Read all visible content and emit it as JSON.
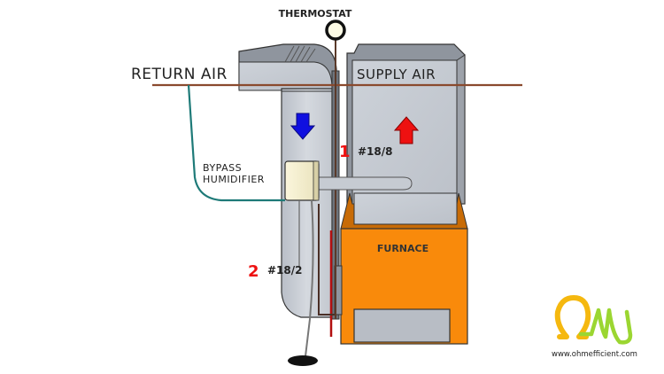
{
  "diagram": {
    "labels": {
      "thermostat": "THERMOSTAT",
      "return_air": "RETURN AIR",
      "supply_air": "SUPPLY AIR",
      "bypass_line1": "BYPASS",
      "bypass_line2": "HUMIDIFIER",
      "furnace": "FURNACE"
    },
    "wires": [
      {
        "number": "1",
        "gauge": "#18/8"
      },
      {
        "number": "2",
        "gauge": "#18/2"
      }
    ],
    "colors": {
      "duct": "#c9ced6",
      "furnace": "#f98a0b",
      "down_arrow": "#1010e0",
      "up_arrow": "#ee1111",
      "wire_number": "#ee1111",
      "water_line": "#1e7a78",
      "air_line": "#8a4a2e"
    }
  },
  "logo": {
    "symbol": "Ωm",
    "url": "www.ohmefficient.com"
  }
}
